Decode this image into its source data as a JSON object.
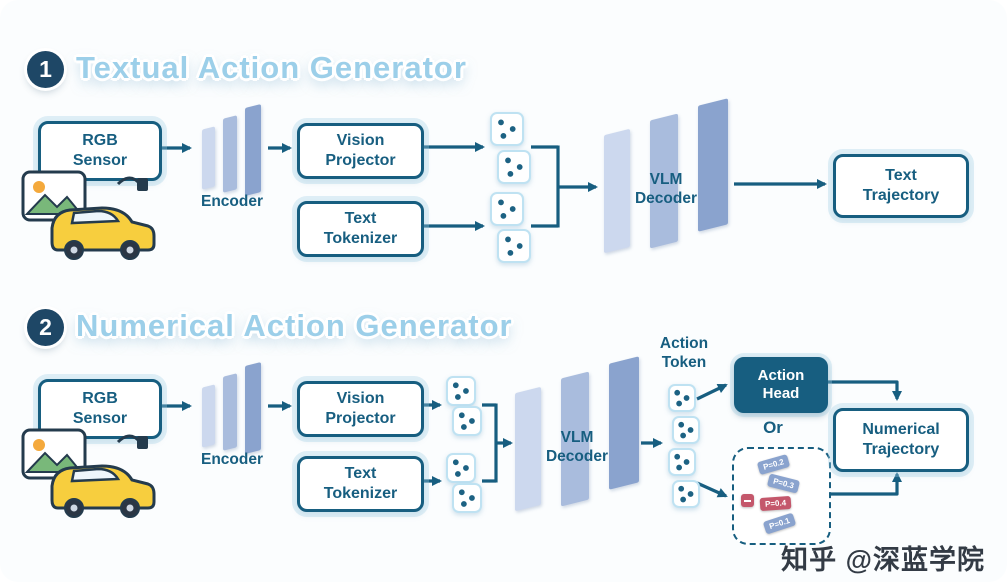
{
  "colors": {
    "accent_teal": "#175e80",
    "title_blue": "#9ccfe9",
    "slab_light": "#ccd8ee",
    "slab_mid": "#a9bcdd",
    "slab_dark": "#8aa3ce",
    "vocab_tile_red": "#c4576b",
    "car_yellow": "#f7ce3e"
  },
  "watermark": "知乎 @深蓝学院",
  "sections": [
    {
      "badge": "1",
      "title": "Textual Action Generator",
      "nodes": {
        "rgb_sensor": "RGB\nSensor",
        "encoder": "Encoder",
        "vision_projector": "Vision\nProjector",
        "text_tokenizer": "Text\nTokenizer",
        "vlm_decoder": "VLM\nDecoder",
        "output": "Text\nTrajectory"
      }
    },
    {
      "badge": "2",
      "title": "Numerical Action Generator",
      "nodes": {
        "rgb_sensor": "RGB\nSensor",
        "encoder": "Encoder",
        "vision_projector": "Vision\nProjector",
        "text_tokenizer": "Text\nTokenizer",
        "vlm_decoder": "VLM\nDecoder",
        "action_token": "Action\nToken",
        "action_head": "Action\nHead",
        "or_label": "Or",
        "vocab_tiles": [
          "P=0.2",
          "P=0.3",
          "P=0.4",
          "P=0.1"
        ],
        "output": "Numerical\nTrajectory"
      }
    }
  ]
}
